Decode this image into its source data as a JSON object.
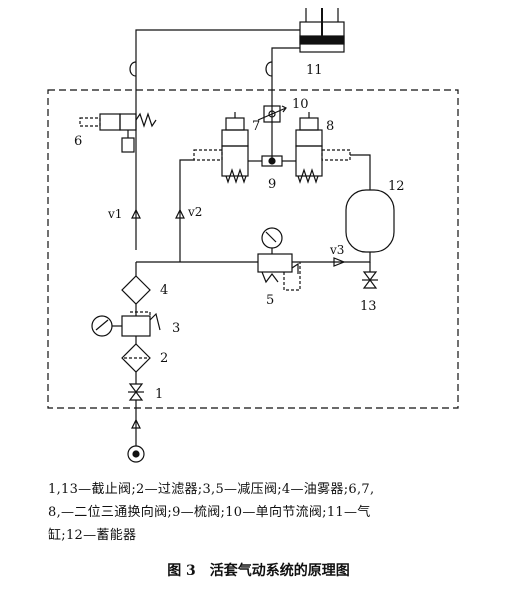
{
  "diagram": {
    "labels": {
      "n1": "1",
      "n2": "2",
      "n3": "3",
      "n4": "4",
      "n5": "5",
      "n6": "6",
      "n7": "7",
      "n8": "8",
      "n9": "9",
      "n10": "10",
      "n11": "11",
      "n12": "12",
      "n13": "13",
      "v1": "v1",
      "v2": "v2",
      "v3": "v3"
    }
  },
  "legend": {
    "line1": "1,13—截止阀;2—过滤器;3,5—减压阀;4—油雾器;6,7,",
    "line2": "8,—二位三通换向阀;9—梳阀;10—单向节流阀;11—气",
    "line3": "缸;12—蓄能器"
  },
  "caption": "图 3　活套气动系统的原理图"
}
